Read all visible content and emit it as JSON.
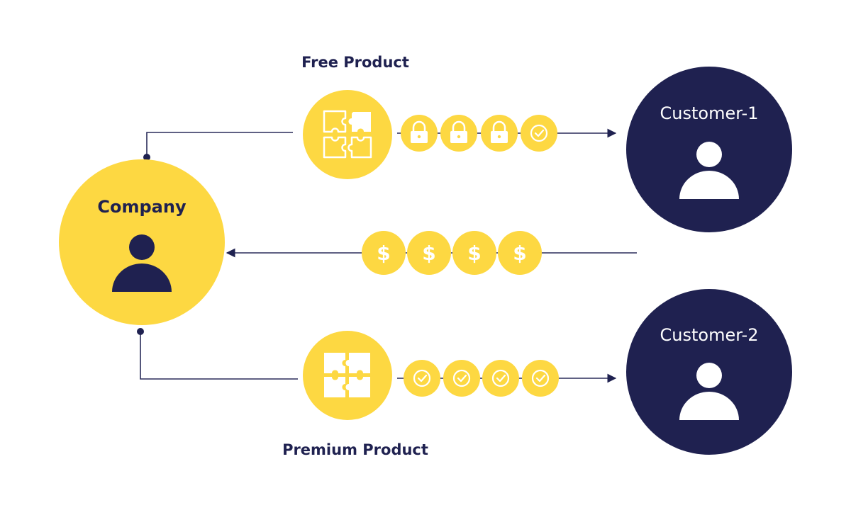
{
  "labels": {
    "free_product": "Free Product",
    "premium_product": "Premium Product",
    "company": "Company",
    "customer_1": "Customer-1",
    "customer_2": "Customer-2",
    "dollar": "$"
  },
  "colors": {
    "yellow": "#FDD842",
    "navy": "#1F2150",
    "white": "#FFFFFF",
    "line": "#2A2C5A"
  },
  "icons": {
    "free_product": "puzzle-incomplete-icon",
    "premium_product": "puzzle-complete-icon",
    "person": "person-icon",
    "lock": "lock-icon",
    "check": "check-circle-icon"
  }
}
